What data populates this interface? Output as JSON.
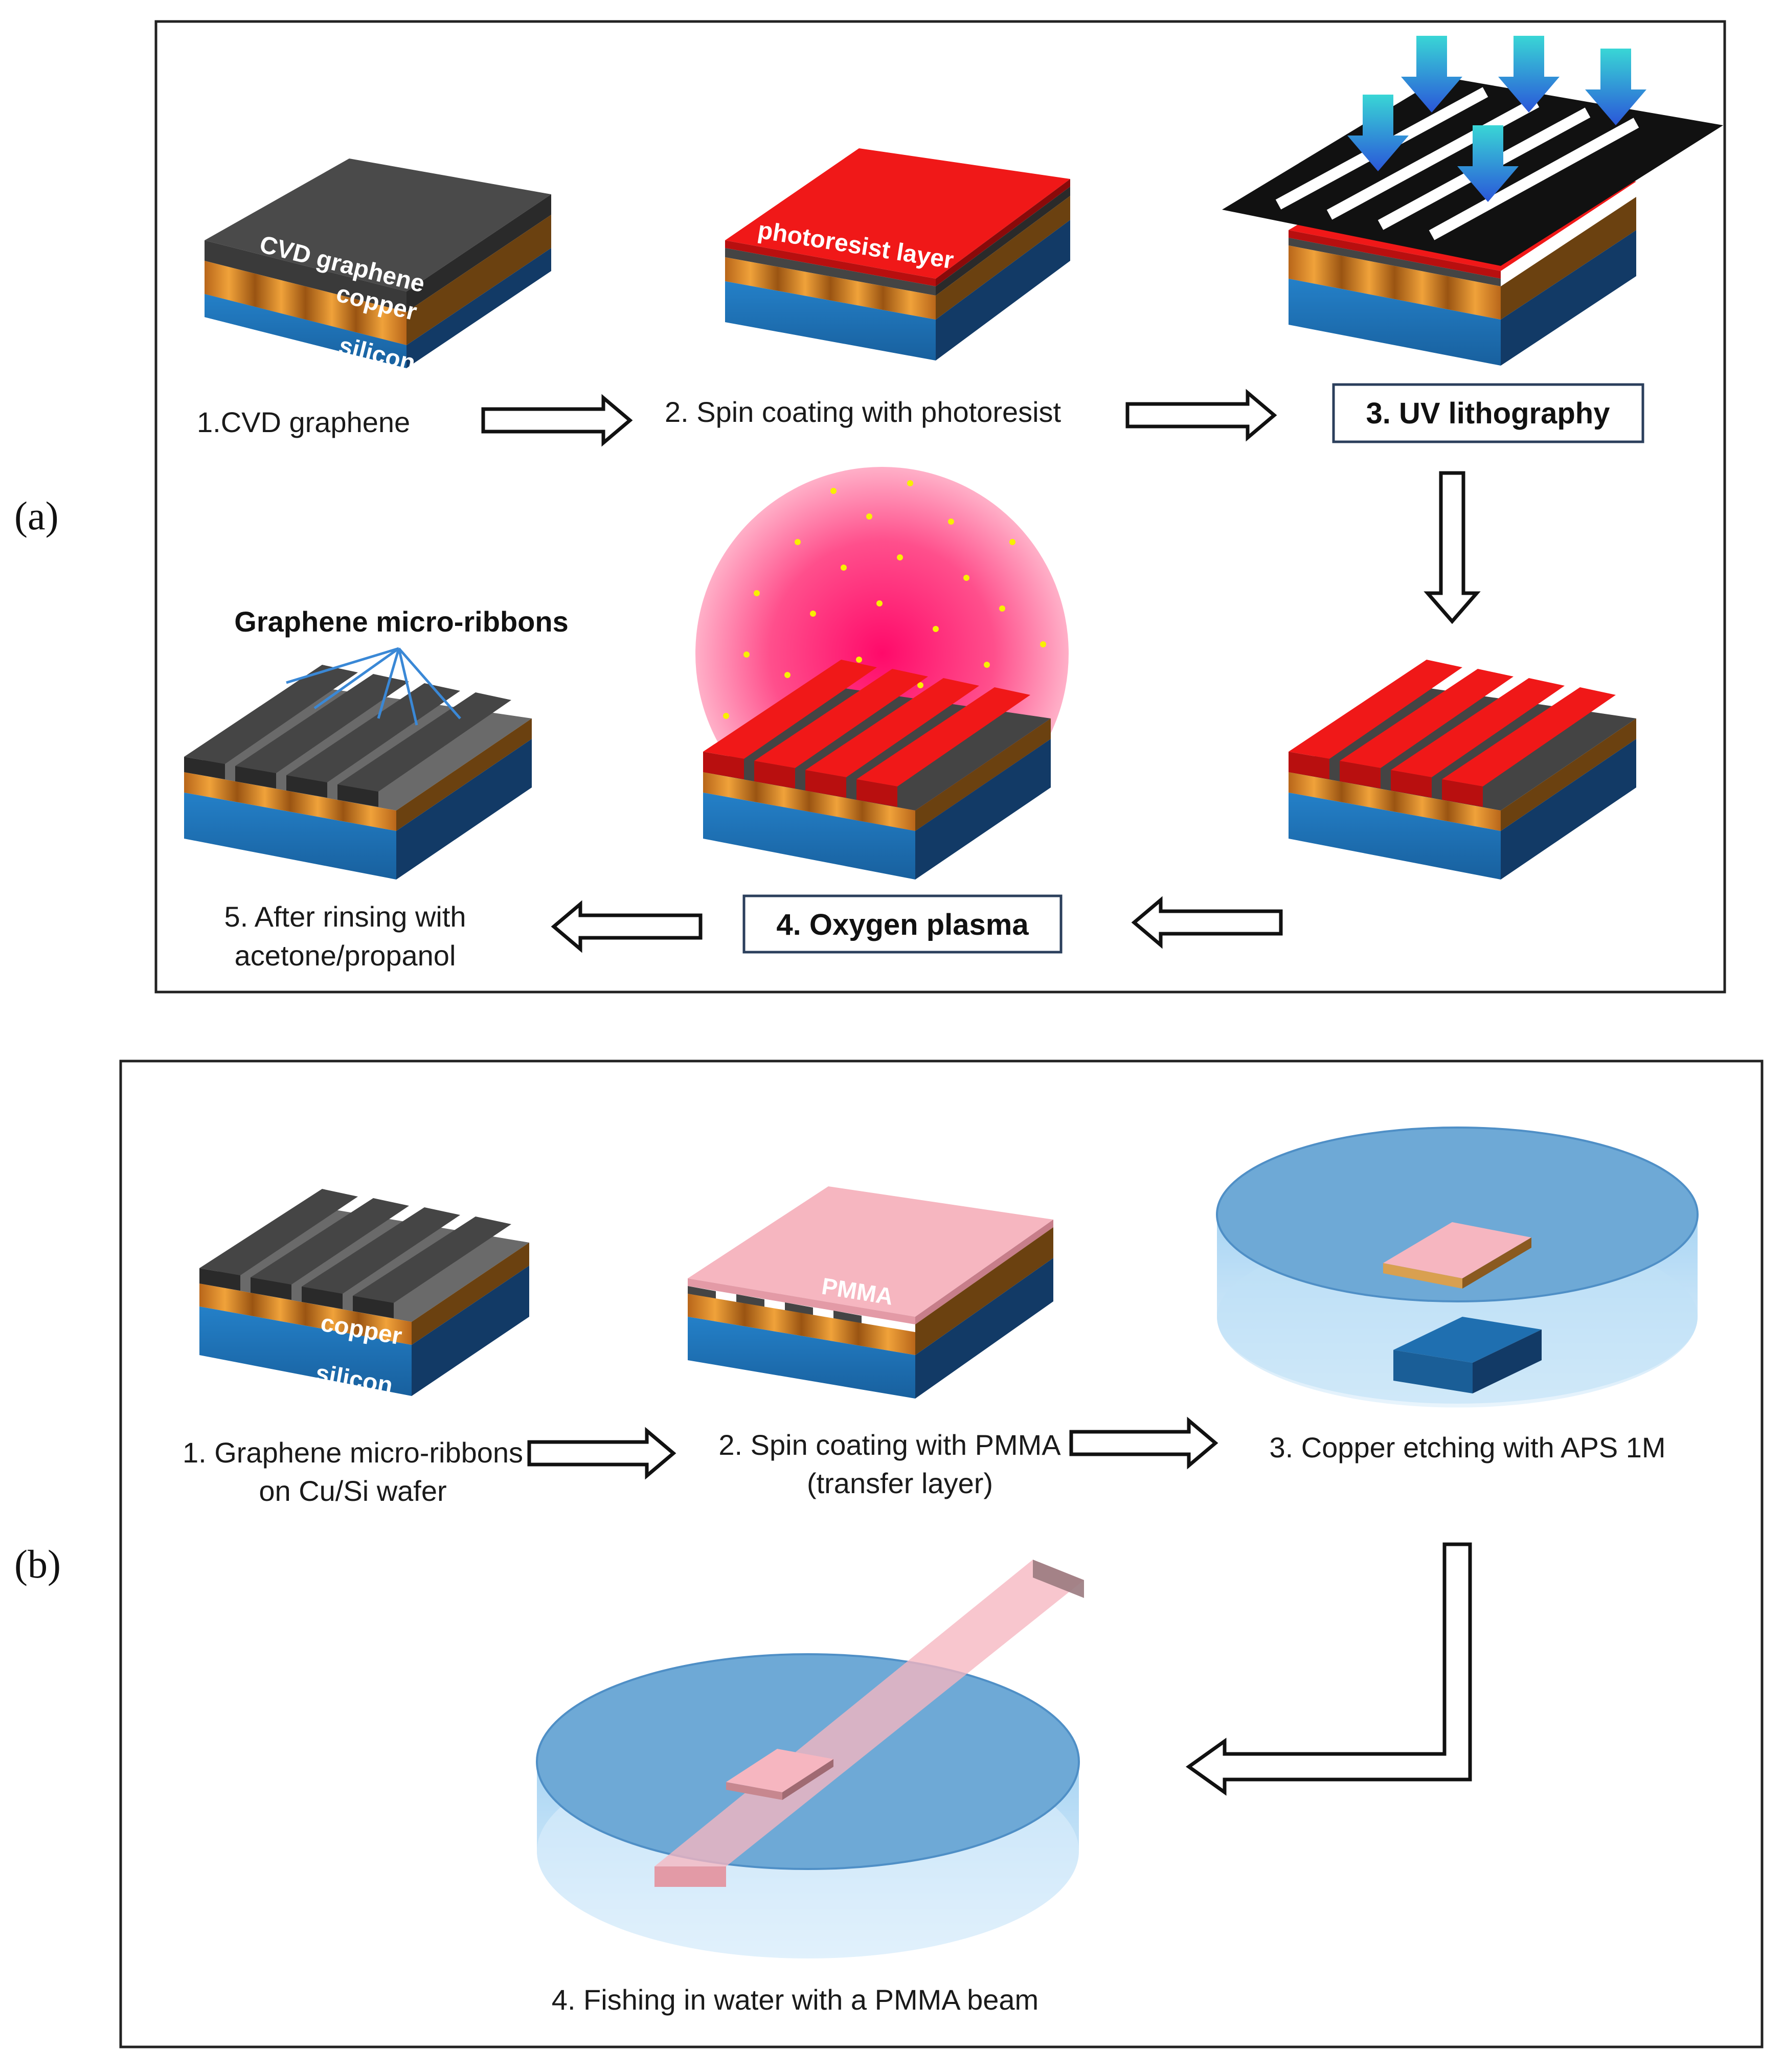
{
  "panel_a": {
    "label": "(a)",
    "layer_labels": {
      "graphene": "CVD graphene",
      "copper": "copper",
      "silicon": "silicon",
      "photoresist": "photoresist layer"
    },
    "steps": {
      "s1": "1.CVD graphene",
      "s2": "2. Spin coating with photoresist",
      "s3": "3. UV lithography",
      "s4": "4. Oxygen plasma",
      "s5_line1": "5. After rinsing with",
      "s5_line2": "acetone/propanol"
    },
    "ribbons_callout": "Graphene micro-ribbons"
  },
  "panel_b": {
    "label": "(b)",
    "layer_labels": {
      "copper": "copper",
      "silicon": "silicon",
      "pmma": "PMMA"
    },
    "steps": {
      "s1_line1": "1. Graphene micro-ribbons",
      "s1_line2": "on  Cu/Si wafer",
      "s2_line1": "2. Spin coating with PMMA",
      "s2_line2": "(transfer layer)",
      "s3": "3. Copper etching with APS 1M",
      "s4": "4. Fishing in water with a PMMA beam"
    }
  },
  "colors": {
    "graphene": "#4a4a4a",
    "copper": "#d98a1f",
    "silicon": "#1f6fb0",
    "photoresist": "#f01818",
    "pmma": "#f6b6c0",
    "water": "#7fb9e6",
    "plasma": "#ff2f78"
  }
}
